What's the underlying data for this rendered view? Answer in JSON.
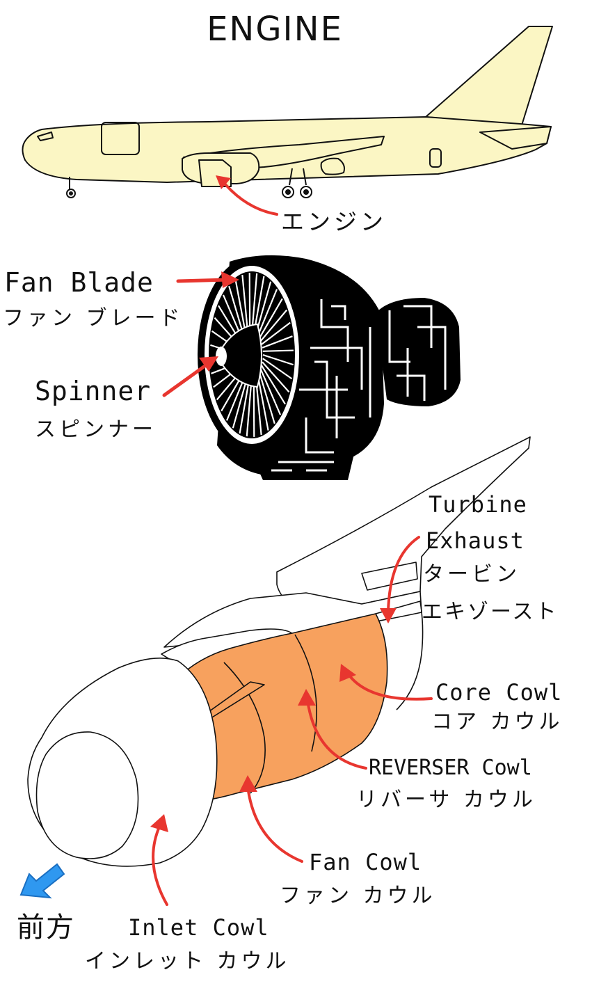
{
  "title": "ENGINE",
  "labels": {
    "engine_jp": "エンジン",
    "fan_blade_en": "Fan Blade",
    "fan_blade_jp": "ファン ブレード",
    "spinner_en": "Spinner",
    "spinner_jp": "スピンナー",
    "turbine_en_1": "Turbine",
    "turbine_en_2": "Exhaust",
    "turbine_jp_1": "タービン",
    "turbine_jp_2": "エキゾースト",
    "core_cowl_en": "Core Cowl",
    "core_cowl_jp": "コア カウル",
    "reverser_en": "REVERSER Cowl",
    "reverser_jp": "リバーサ カウル",
    "fan_cowl_en": "Fan Cowl",
    "fan_cowl_jp": "ファン カウル",
    "inlet_cowl_en": "Inlet Cowl",
    "inlet_cowl_jp": "インレット カウル",
    "forward_jp": "前方"
  },
  "colors": {
    "airplane_fill": "#fbf6c4",
    "cowl_orange": "#f7a15e",
    "arrow_red": "#e8362f",
    "forward_arrow_blue": "#2f98f0",
    "engine_black": "#000000"
  },
  "icons": {
    "forward_arrow": "arrow-down-left-icon"
  }
}
